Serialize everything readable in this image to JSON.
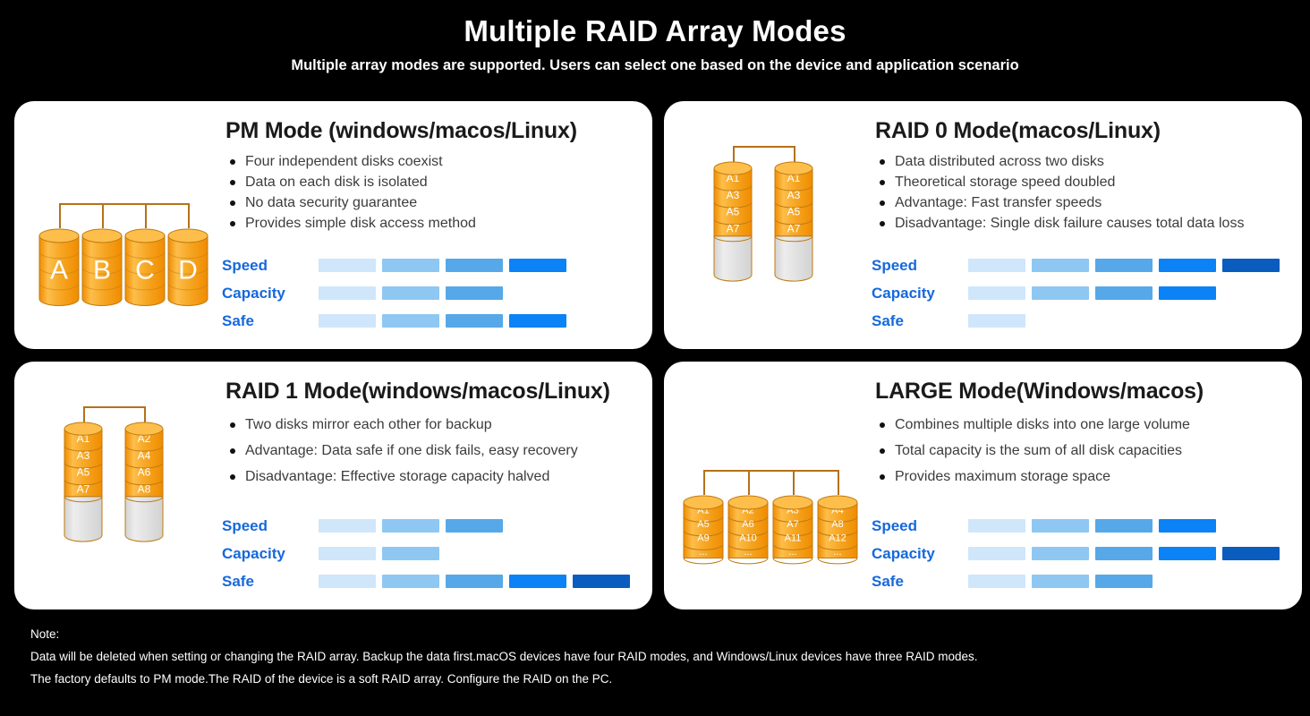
{
  "header": {
    "title": "Multiple RAID Array Modes",
    "subtitle": "Multiple array modes are supported. Users can select one based on the device and application scenario"
  },
  "colors": {
    "background": "#000000",
    "card": "#ffffff",
    "title_text": "#1a1a1a",
    "bullet_text": "#3c3c3c",
    "meter_label": "#1668dc",
    "disk_orange": "#f5a623",
    "disk_gray": "#dcdcdc",
    "connector": "#b5711a",
    "meter_scale": [
      "#cfe6fb",
      "#8ec7f2",
      "#56a8e8",
      "#0b82f5",
      "#0b5cbf"
    ]
  },
  "meter_legend": [
    "Speed",
    "Capacity",
    "Safe"
  ],
  "meter_max": 5,
  "cards": [
    {
      "id": "pm-mode",
      "title": "PM Mode (windows/macos/Linux)",
      "bullets": [
        "Four independent disks coexist",
        "Data on each disk is isolated",
        "No data security guarantee",
        "Provides simple disk access method"
      ],
      "meters": [
        {
          "label": "Speed",
          "value": 4
        },
        {
          "label": "Capacity",
          "value": 3
        },
        {
          "label": "Safe",
          "value": 4
        }
      ],
      "diagram": {
        "type": "four-lettered-disks",
        "disks": [
          {
            "letter": "A"
          },
          {
            "letter": "B"
          },
          {
            "letter": "C"
          },
          {
            "letter": "D"
          }
        ]
      }
    },
    {
      "id": "raid0-mode",
      "title": "RAID 0 Mode(macos/Linux)",
      "bullets": [
        "Data distributed across two disks",
        "Theoretical storage speed doubled",
        "Advantage: Fast transfer speeds",
        "Disadvantage: Single disk failure causes total data loss"
      ],
      "meters": [
        {
          "label": "Speed",
          "value": 5
        },
        {
          "label": "Capacity",
          "value": 4
        },
        {
          "label": "Safe",
          "value": 1
        }
      ],
      "diagram": {
        "type": "two-tall-disks",
        "disks": [
          {
            "blocks": [
              "A1",
              "A3",
              "A5",
              "A7"
            ]
          },
          {
            "blocks": [
              "A1",
              "A3",
              "A5",
              "A7"
            ]
          }
        ]
      }
    },
    {
      "id": "raid1-mode",
      "title": "RAID 1 Mode(windows/macos/Linux)",
      "bullets": [
        "Two disks mirror each other for backup",
        "Advantage: Data safe if one disk fails, easy recovery",
        "Disadvantage: Effective storage capacity halved"
      ],
      "meters": [
        {
          "label": "Speed",
          "value": 3
        },
        {
          "label": "Capacity",
          "value": 2
        },
        {
          "label": "Safe",
          "value": 5
        }
      ],
      "diagram": {
        "type": "two-tall-disks",
        "disks": [
          {
            "blocks": [
              "A1",
              "A3",
              "A5",
              "A7"
            ]
          },
          {
            "blocks": [
              "A2",
              "A4",
              "A6",
              "A8"
            ]
          }
        ]
      }
    },
    {
      "id": "large-mode",
      "title": "LARGE Mode(Windows/macos)",
      "bullets": [
        "Combines multiple disks into one large volume",
        "Total capacity is the sum of all disk capacities",
        "Provides maximum storage space"
      ],
      "meters": [
        {
          "label": "Speed",
          "value": 4
        },
        {
          "label": "Capacity",
          "value": 5
        },
        {
          "label": "Safe",
          "value": 3
        }
      ],
      "diagram": {
        "type": "four-stacked-disks",
        "disks": [
          {
            "blocks": [
              "A1",
              "A5",
              "A9",
              "..."
            ]
          },
          {
            "blocks": [
              "A2",
              "A6",
              "A10",
              "..."
            ]
          },
          {
            "blocks": [
              "A3",
              "A7",
              "A11",
              "..."
            ]
          },
          {
            "blocks": [
              "A4",
              "A8",
              "A12",
              "..."
            ]
          }
        ]
      }
    }
  ],
  "note": {
    "heading": "Note:",
    "lines": [
      "Data will be deleted when setting or changing the RAID array. Backup the data first.macOS devices have four RAID modes, and Windows/Linux devices have three RAID modes.",
      "The factory defaults to PM mode.The RAID of the device is a soft RAID array. Configure the RAID on the PC."
    ]
  }
}
